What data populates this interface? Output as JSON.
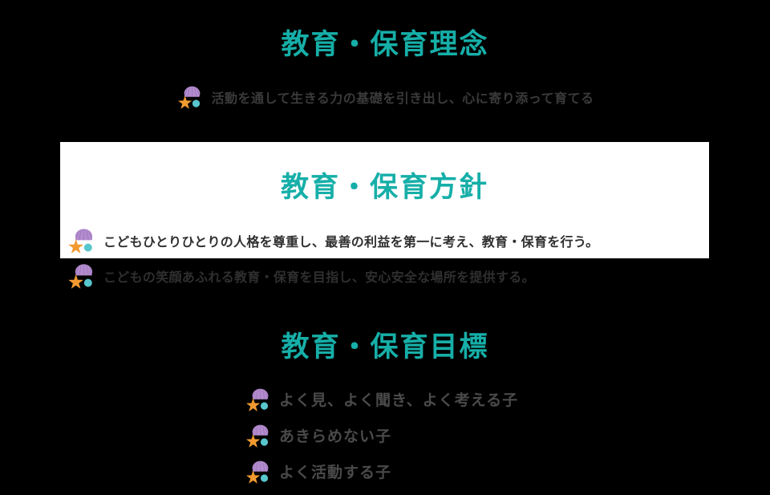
{
  "colors": {
    "background": "#000000",
    "heading_teal": "#16afa8",
    "card_background": "#ffffff",
    "body_text_dark": "#2f2f2f",
    "goal_text": "#4a4a4a",
    "shell_purple": "#b28ccd",
    "starfish_orange": "#f29a30",
    "pebble_teal": "#58c6cd"
  },
  "philosophy": {
    "heading": "教育・保育理念",
    "icon": "shell-starfish-icon",
    "text": "活動を通して生きる力の基礎を引き出し、心に寄り添って育てる"
  },
  "policy": {
    "heading": "教育・保育方針",
    "items": [
      {
        "icon": "shell-starfish-icon",
        "text": "こどもひとりひとりの人格を尊重し、最善の利益を第一に考え、教育・保育を行う。"
      },
      {
        "icon": "shell-starfish-icon",
        "text": "こどもの笑顔あふれる教育・保育を目指し、安心安全な場所を提供する。"
      }
    ]
  },
  "goals": {
    "heading": "教育・保育目標",
    "items": [
      {
        "icon": "shell-starfish-icon",
        "text": "よく見、よく聞き、よく考える子"
      },
      {
        "icon": "shell-starfish-icon",
        "text": "あきらめない子"
      },
      {
        "icon": "shell-starfish-icon",
        "text": "よく活動する子"
      }
    ]
  }
}
